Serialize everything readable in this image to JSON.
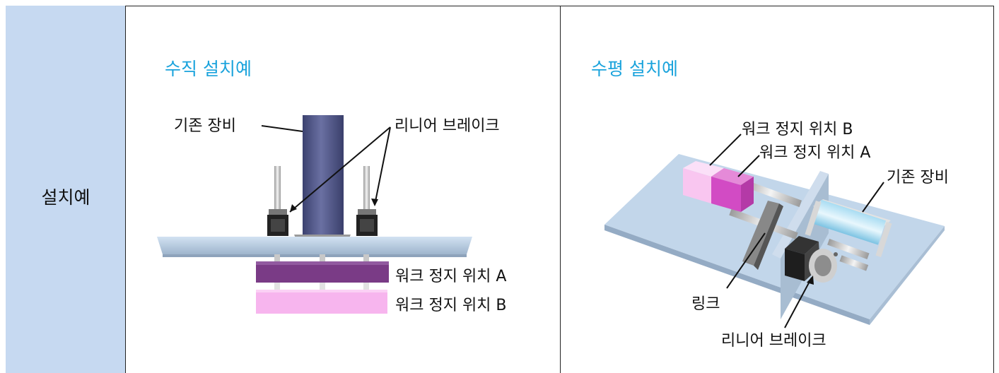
{
  "row_label": "설치예",
  "vertical": {
    "heading": "수직 설치예",
    "existing_equipment": "기존 장비",
    "linear_brake": "리니어 브레이크",
    "stop_position_a": "워크 정지 위치 A",
    "stop_position_b": "워크 정지 위치 B"
  },
  "horizontal": {
    "heading": "수평 설치예",
    "stop_position_b": "워크 정지 위치 B",
    "stop_position_a": "워크 정지 위치 A",
    "existing_equipment": "기존 장비",
    "link": "링크",
    "linear_brake": "리니어 브레이크"
  },
  "colors": {
    "label_cell_bg": "#c6d9f1",
    "heading": "#1aa3dc",
    "plate": "#b9cfe6",
    "cylinder": "#4e5585",
    "stop_a": "#7a3b86",
    "stop_b": "#f7b5ee"
  }
}
